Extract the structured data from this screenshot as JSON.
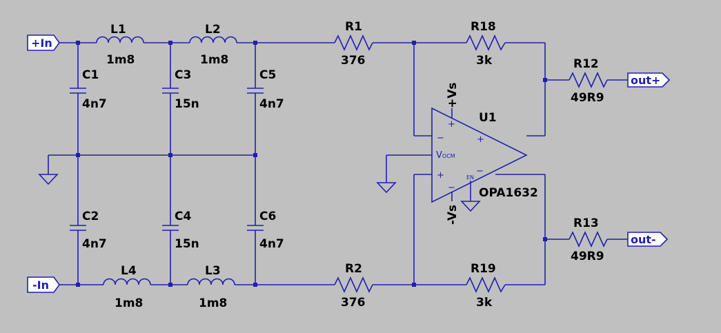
{
  "ports": {
    "in_pos": "+In",
    "in_neg": "-In",
    "out_pos": "out+",
    "out_neg": "out-"
  },
  "inductors": [
    {
      "ref": "L1",
      "value": "1m8"
    },
    {
      "ref": "L2",
      "value": "1m8"
    },
    {
      "ref": "L3",
      "value": "1m8"
    },
    {
      "ref": "L4",
      "value": "1m8"
    }
  ],
  "capacitors": [
    {
      "ref": "C1",
      "value": "4n7"
    },
    {
      "ref": "C2",
      "value": "4n7"
    },
    {
      "ref": "C3",
      "value": "15n"
    },
    {
      "ref": "C4",
      "value": "15n"
    },
    {
      "ref": "C5",
      "value": "4n7"
    },
    {
      "ref": "C6",
      "value": "4n7"
    }
  ],
  "resistors": [
    {
      "ref": "R1",
      "value": "376"
    },
    {
      "ref": "R2",
      "value": "376"
    },
    {
      "ref": "R18",
      "value": "3k"
    },
    {
      "ref": "R19",
      "value": "3k"
    },
    {
      "ref": "R12",
      "value": "49R9"
    },
    {
      "ref": "R13",
      "value": "49R9"
    }
  ],
  "opamp": {
    "ref": "U1",
    "part": "OPA1632",
    "pos_supply": "+Vs",
    "neg_supply": "-Vs",
    "vocm_main": "V",
    "vocm_sub": "OCM",
    "en": "EN",
    "plus": "+",
    "minus": "−"
  },
  "colors": {
    "background": "#c0c0c0",
    "wire": "#1f1fb0",
    "label": "#000000"
  }
}
